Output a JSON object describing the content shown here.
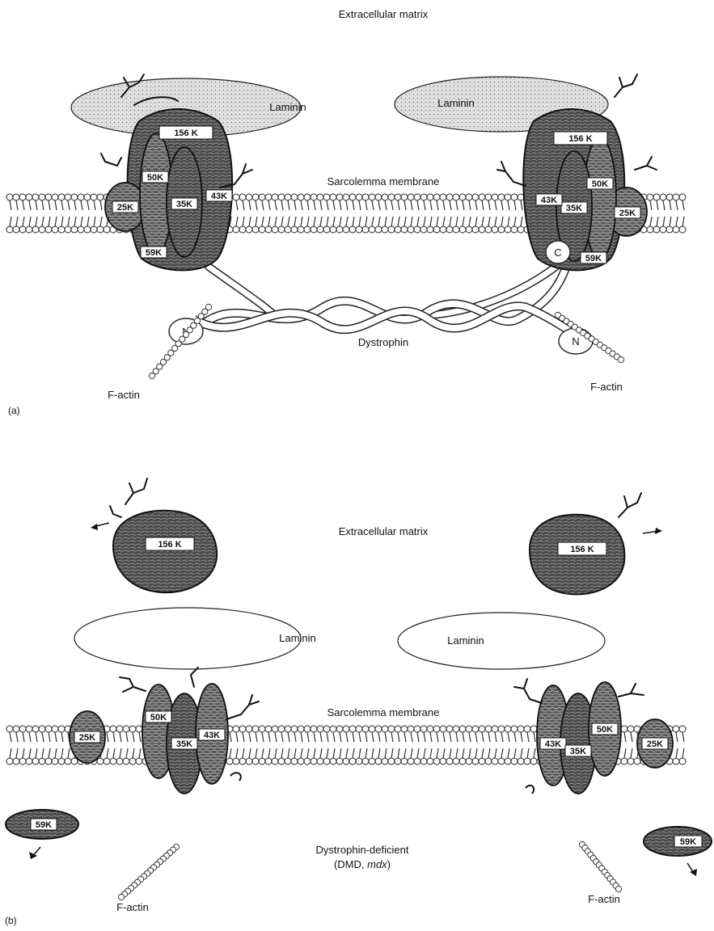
{
  "panel_a": {
    "tag": "(a)",
    "extracellular_matrix": "Extracellular matrix",
    "laminin_left": "Laminin",
    "laminin_right": "Laminin",
    "membrane": "Sarcolemma membrane",
    "dystrophin": "Dystrophin",
    "factin_left": "F-actin",
    "factin_right": "F-actin",
    "n_left": "N",
    "n_right": "N",
    "c_end": "C",
    "proteins": {
      "k156": "156 K",
      "k50": "50K",
      "k35": "35K",
      "k43": "43K",
      "k25": "25K",
      "k59": "59K"
    }
  },
  "panel_b": {
    "tag": "(b)",
    "extracellular_matrix": "Extracellular matrix",
    "laminin_left": "Laminin",
    "laminin_right": "Laminin",
    "membrane": "Sarcolemma membrane",
    "deficient_line1": "Dystrophin-deficient",
    "deficient_line2_prefix": "(DMD, ",
    "deficient_line2_italic": "mdx",
    "deficient_line2_suffix": ")",
    "factin_left": "F-actin",
    "factin_right": "F-actin",
    "proteins": {
      "k156": "156 K",
      "k50": "50K",
      "k35": "35K",
      "k43": "43K",
      "k25": "25K",
      "k59": "59K"
    }
  }
}
